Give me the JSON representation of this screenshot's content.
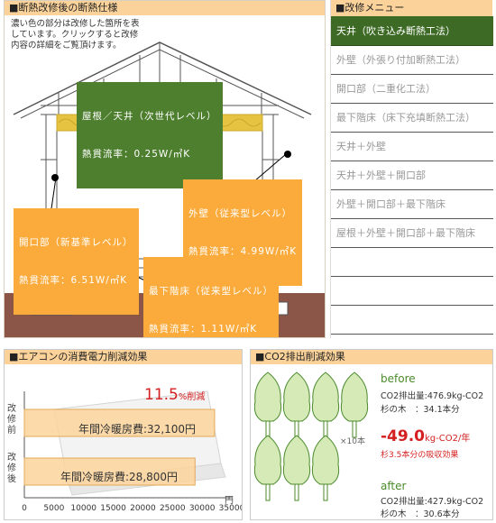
{
  "house": {
    "title": "■断熱改修後の断熱仕様",
    "note_lines": [
      "濃い色の部分は改修した箇所を表",
      "しています。クリックすると改修",
      "内容の詳細をご覧頂けます。"
    ],
    "labels": {
      "roof": {
        "line1": "屋根／天井（次世代レベル）",
        "line2": "熱貫流率：0.25W/㎡K"
      },
      "wall": {
        "line1": "外壁（従来型レベル）",
        "line2": "熱貫流率：4.99W/㎡K"
      },
      "opening": {
        "line1": "開口部（新基準レベル）",
        "line2": "熱貫流率：6.51W/㎡K"
      },
      "floor": {
        "line1": "最下階床（従来型レベル）",
        "line2": "熱貫流率：1.11W/㎡K"
      }
    }
  },
  "menu": {
    "title": "■改修メニュー",
    "items": [
      {
        "label": "天井（吹き込み断熱工法）",
        "active": true
      },
      {
        "label": "外壁（外張り付加断熱工法）",
        "active": false
      },
      {
        "label": "開口部（二重化工法）",
        "active": false
      },
      {
        "label": "最下階床（床下充填断熱工法）",
        "active": false
      },
      {
        "label": "天井＋外壁",
        "active": false
      },
      {
        "label": "天井＋外壁＋開口部",
        "active": false
      },
      {
        "label": "外壁＋開口部＋最下階床",
        "active": false
      },
      {
        "label": "屋根＋外壁＋開口部＋最下階床",
        "active": false
      },
      {
        "label": "",
        "active": false
      },
      {
        "label": "",
        "active": false
      },
      {
        "label": "",
        "active": false
      }
    ]
  },
  "aircon": {
    "title": "■エアコンの消費電力削減効果",
    "reduction_value": "11.5",
    "reduction_unit": "%削減",
    "before_label": "改修前",
    "after_label": "改修後",
    "before_text": "年間冷暖房費:32,100円",
    "after_text": "年間冷暖房費:28,800円",
    "unit": "円"
  },
  "chart_data": {
    "type": "bar",
    "categories": [
      "改修前",
      "改修後"
    ],
    "values": [
      32100,
      28800
    ],
    "xlim": [
      0,
      35000
    ],
    "xticks": [
      "0",
      "5000",
      "10000",
      "15000",
      "20000",
      "25000",
      "30000",
      "35000"
    ],
    "xlabel": "円",
    "orientation": "horizontal"
  },
  "co2": {
    "title": "■CO2排出削減効果",
    "before_heading": "before",
    "before_emission": "CO2排出量:476.9kg-CO2",
    "before_trees": "杉の木　：34.1本分",
    "times_label": "×10本",
    "delta_value": "-49.0",
    "delta_unit": "kg-CO2/年",
    "delta_note": "杉3.5本分の吸収効果",
    "after_heading": "after",
    "after_emission": "CO2排出量:427.9kg-CO2",
    "after_trees": "杉の木　：30.6本分",
    "colors": {
      "accent": "#d42020",
      "tree": "#d6eab8",
      "tree_outline": "#4a8a2a",
      "heading": "#4a8a2a"
    }
  },
  "colors": {
    "header": "#fbd39a",
    "label": "#fbab3c",
    "active": "#3d6a25",
    "ground": "#8b5548",
    "insulation": "#e6c441"
  }
}
